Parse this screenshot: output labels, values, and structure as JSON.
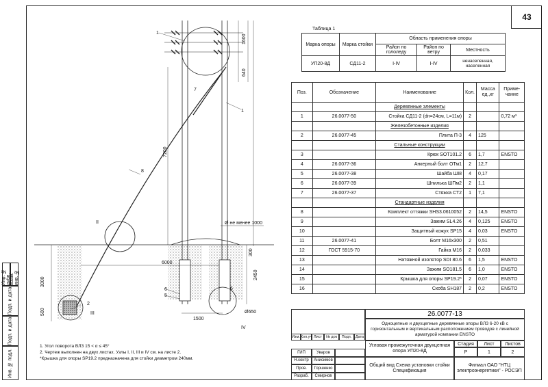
{
  "page_number": "43",
  "table1": {
    "title": "Таблица 1",
    "headers": {
      "support_brand": "Марка опоры",
      "post_brand": "Марка стойки",
      "area_group": "Область применения опоры",
      "ice_region": "Район по гололеду",
      "wind_region": "Район по ветру",
      "terrain": "Местность"
    },
    "row": {
      "support_brand": "УП20-8Д",
      "post_brand": "СД11-2",
      "ice_region": "I-IV",
      "wind_region": "I-IV",
      "terrain": "ненаселенная, населенная"
    }
  },
  "spec": {
    "headers": {
      "pos": "Поз.",
      "designation": "Обозначение",
      "name": "Наименование",
      "qty": "Кол.",
      "mass": "Масса ед.,кг",
      "note": "Приме-чание"
    },
    "rows": [
      {
        "pos": "",
        "designation": "",
        "name": "Деревянные элементы",
        "qty": "",
        "mass": "",
        "note": "",
        "section": true
      },
      {
        "pos": "1",
        "designation": "26.0077-50",
        "name": "Стойка СД11-2 (dн=24см, L=11м)",
        "qty": "2",
        "mass": "",
        "note": "0,72 м³"
      },
      {
        "pos": "",
        "designation": "",
        "name": "Железобетонные изделия",
        "qty": "",
        "mass": "",
        "note": "",
        "section": true
      },
      {
        "pos": "2",
        "designation": "26.0077-45",
        "name": "Плита П-3",
        "qty": "4",
        "mass": "125",
        "note": ""
      },
      {
        "pos": "",
        "designation": "",
        "name": "Стальные конструкции",
        "qty": "",
        "mass": "",
        "note": "",
        "section": true
      },
      {
        "pos": "3",
        "designation": "",
        "name": "Крюк SOT101.2",
        "qty": "6",
        "mass": "1,7",
        "note": "ENSTO"
      },
      {
        "pos": "4",
        "designation": "26.0077-36",
        "name": "Анкерный болт ОТм1",
        "qty": "2",
        "mass": "12,7",
        "note": ""
      },
      {
        "pos": "5",
        "designation": "26.0077-38",
        "name": "Шайба ШI8",
        "qty": "4",
        "mass": "0,17",
        "note": ""
      },
      {
        "pos": "6",
        "designation": "26.0077-39",
        "name": "Шпилька ШПм2",
        "qty": "2",
        "mass": "1,1",
        "note": ""
      },
      {
        "pos": "7",
        "designation": "26.0077-37",
        "name": "Стяжка СТ2",
        "qty": "1",
        "mass": "7,1",
        "note": ""
      },
      {
        "pos": "",
        "designation": "",
        "name": "Стандартные изделия",
        "qty": "",
        "mass": "",
        "note": "",
        "section": true
      },
      {
        "pos": "8",
        "designation": "",
        "name": "Комплект оттяжки SHS3.0610052",
        "qty": "2",
        "mass": "14,5",
        "note": "ENSTO"
      },
      {
        "pos": "9",
        "designation": "",
        "name": "Зажим SL4.26",
        "qty": "4",
        "mass": "0,125",
        "note": "ENSTO"
      },
      {
        "pos": "10",
        "designation": "",
        "name": "Защитный кожух SP15",
        "qty": "4",
        "mass": "0,03",
        "note": "ENSTO"
      },
      {
        "pos": "11",
        "designation": "26.0077-41",
        "name": "Болт М16х300",
        "qty": "2",
        "mass": "0,51",
        "note": ""
      },
      {
        "pos": "12",
        "designation": "ГОСТ 5915-70",
        "name": "Гайка М16",
        "qty": "2",
        "mass": "0,033",
        "note": ""
      },
      {
        "pos": "13",
        "designation": "",
        "name": "Натяжной изолятор SDI 80.6",
        "qty": "6",
        "mass": "1,5",
        "note": "ENSTO"
      },
      {
        "pos": "14",
        "designation": "",
        "name": "Зажим SO181.5",
        "qty": "6",
        "mass": "1,0",
        "note": "ENSTO"
      },
      {
        "pos": "15",
        "designation": "",
        "name": "Крышка для опоры SP19.2*",
        "qty": "2",
        "mass": "0,07",
        "note": "ENSTO"
      },
      {
        "pos": "16",
        "designation": "",
        "name": "Скоба SH187",
        "qty": "2",
        "mass": "0,2",
        "note": "ENSTO"
      }
    ]
  },
  "stamp": {
    "doc_code": "26.0077-13",
    "description": "Одноцепные и двухцепные деревянные опоры ВЛЗ 6-20 кВ с горизонтальным и вертикальным расположением проводов с линейной арматурой компании ENSTO",
    "header_cells": [
      "Изм.",
      "Кол.уч",
      "Лист",
      "№ док",
      "Подп.",
      "Дата"
    ],
    "roles": [
      "ГИП",
      "Н.контр",
      "Пров.",
      "Разраб."
    ],
    "names": [
      "Уваров",
      "Анисимов",
      "Горшенко",
      "Смирнов"
    ],
    "title_1": "Угловая промежуточная двухцепная опора УП20-8Д",
    "title_2": "Общий вид Схема установки стойки Спецификация",
    "stage_label": "Стадия",
    "sheet_label": "Лист",
    "sheets_label": "Листов",
    "stage": "Р",
    "sheet": "1",
    "sheets": "2",
    "org": "Филиал ОАО \"НТЦ электроэнергетики\" - РОСЭП"
  },
  "notes": [
    "1. Угол поворота ВЛЗ 15 < α ≤ 45°",
    "2. Чертеж выполнен на двух листах. Узлы I, II, III и IV см. на листе 2.",
    "*Крышка для опоры SP19.2 предназначена для стойки диаметром 240мм."
  ],
  "drawing": {
    "dims": [
      "1600",
      "640",
      "7200",
      "Ø не менее 1000",
      "6000",
      "300",
      "2450",
      "3000",
      "500",
      "1500",
      "Ø650"
    ],
    "callouts": [
      "1",
      "1",
      "7",
      "8",
      "II",
      "2",
      "III",
      "6",
      "5",
      "6",
      "IV"
    ]
  },
  "left_strip": [
    "Инв. № подл.",
    "Подп. и дата",
    "Взам. инв. №",
    "Подп. и дата",
    "Инв. № дубл."
  ]
}
